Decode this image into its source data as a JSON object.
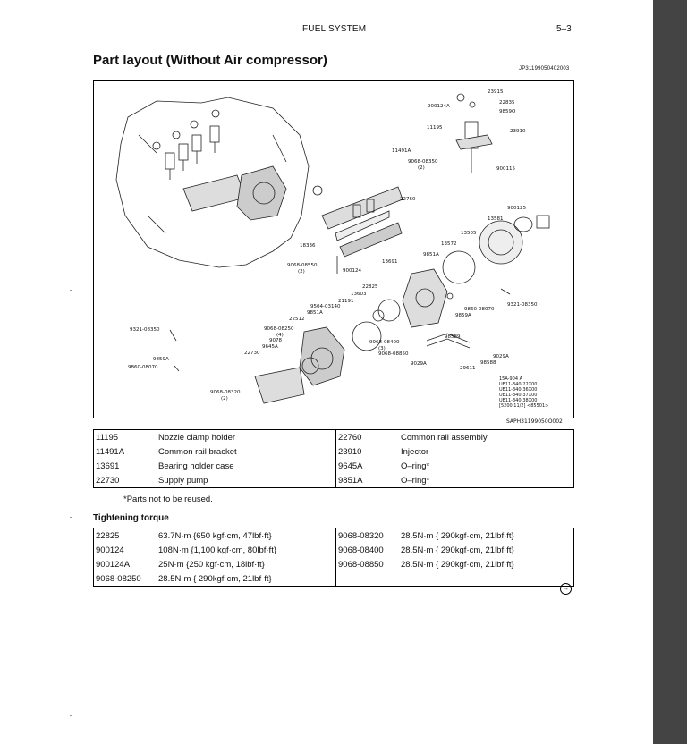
{
  "header": {
    "section": "FUEL SYSTEM",
    "page": "5–3"
  },
  "title": "Part layout (Without Air compressor)",
  "doc_code": "JP31199050402003",
  "figure": {
    "code": "SAPH31199050O002",
    "callouts": [
      {
        "text": "23915"
      },
      {
        "text": "22835"
      },
      {
        "text": "9859O"
      },
      {
        "text": "900124A"
      },
      {
        "text": "11195"
      },
      {
        "text": "23910"
      },
      {
        "text": "900115"
      },
      {
        "text": "11491A"
      },
      {
        "text": "9068-08350"
      },
      {
        "text": "(2)"
      },
      {
        "text": "22760"
      },
      {
        "text": "900125"
      },
      {
        "text": "13581"
      },
      {
        "text": "13505"
      },
      {
        "text": "13572"
      },
      {
        "text": "9851A"
      },
      {
        "text": "18336"
      },
      {
        "text": "9068-08550"
      },
      {
        "text": "(2)"
      },
      {
        "text": "900124"
      },
      {
        "text": "13691"
      },
      {
        "text": "22825"
      },
      {
        "text": "13603"
      },
      {
        "text": "21191"
      },
      {
        "text": "9504-03140"
      },
      {
        "text": "9851A"
      },
      {
        "text": "22512"
      },
      {
        "text": "9068-08250"
      },
      {
        "text": "(4)"
      },
      {
        "text": "9078"
      },
      {
        "text": "9645A"
      },
      {
        "text": "22730"
      },
      {
        "text": "9068-08400"
      },
      {
        "text": "(3)"
      },
      {
        "text": "9068-08850"
      },
      {
        "text": "9029A"
      },
      {
        "text": "29611"
      },
      {
        "text": "98589"
      },
      {
        "text": "9029A"
      },
      {
        "text": "98588"
      },
      {
        "text": "9321-08350"
      },
      {
        "text": "9860-08070"
      },
      {
        "text": "9859A"
      },
      {
        "text": "9321-08350"
      },
      {
        "text": "9859A"
      },
      {
        "text": "9860-08070"
      },
      {
        "text": "9068-08320"
      },
      {
        "text": "(2)"
      }
    ],
    "note": "15A-904 A\nUE11-340-22X00\nUE11-340-36X00\nUE11-340-37X00\nUE11-340-38X00\n[5200 11/2] <85501>"
  },
  "parts_table": {
    "rows": [
      {
        "no1": "11195",
        "name1": "Nozzle clamp holder",
        "no2": "22760",
        "name2": "Common rail assembly"
      },
      {
        "no1": "11491A",
        "name1": "Common rail bracket",
        "no2": "23910",
        "name2": "Injector"
      },
      {
        "no1": "13691",
        "name1": "Bearing holder case",
        "no2": "9645A",
        "name2": "O–ring*"
      },
      {
        "no1": "22730",
        "name1": "Supply pump",
        "no2": "9851A",
        "name2": "O–ring*"
      }
    ]
  },
  "parts_note": "*Parts not to be reused.",
  "torque_title": "Tightening torque",
  "torque_table": {
    "rows": [
      {
        "no1": "22825",
        "val1": "63.7N·m {650 kgf·cm, 47lbf·ft}",
        "no2": "9068-08320",
        "val2": "28.5N·m { 290kgf·cm, 21lbf·ft}"
      },
      {
        "no1": "900124",
        "val1": "108N·m {1,100 kgf·cm, 80lbf·ft}",
        "no2": "9068-08400",
        "val2": "28.5N·m { 290kgf·cm, 21lbf·ft}"
      },
      {
        "no1": "900124A",
        "val1": "25N·m {250 kgf·cm, 18lbf·ft}",
        "no2": "9068-08850",
        "val2": "28.5N·m { 290kgf·cm, 21lbf·ft}"
      },
      {
        "no1": "9068-08250",
        "val1": "28.5N·m { 290kgf·cm, 21lbf·ft}",
        "no2": "",
        "val2": ""
      }
    ]
  },
  "next_icon": "→"
}
